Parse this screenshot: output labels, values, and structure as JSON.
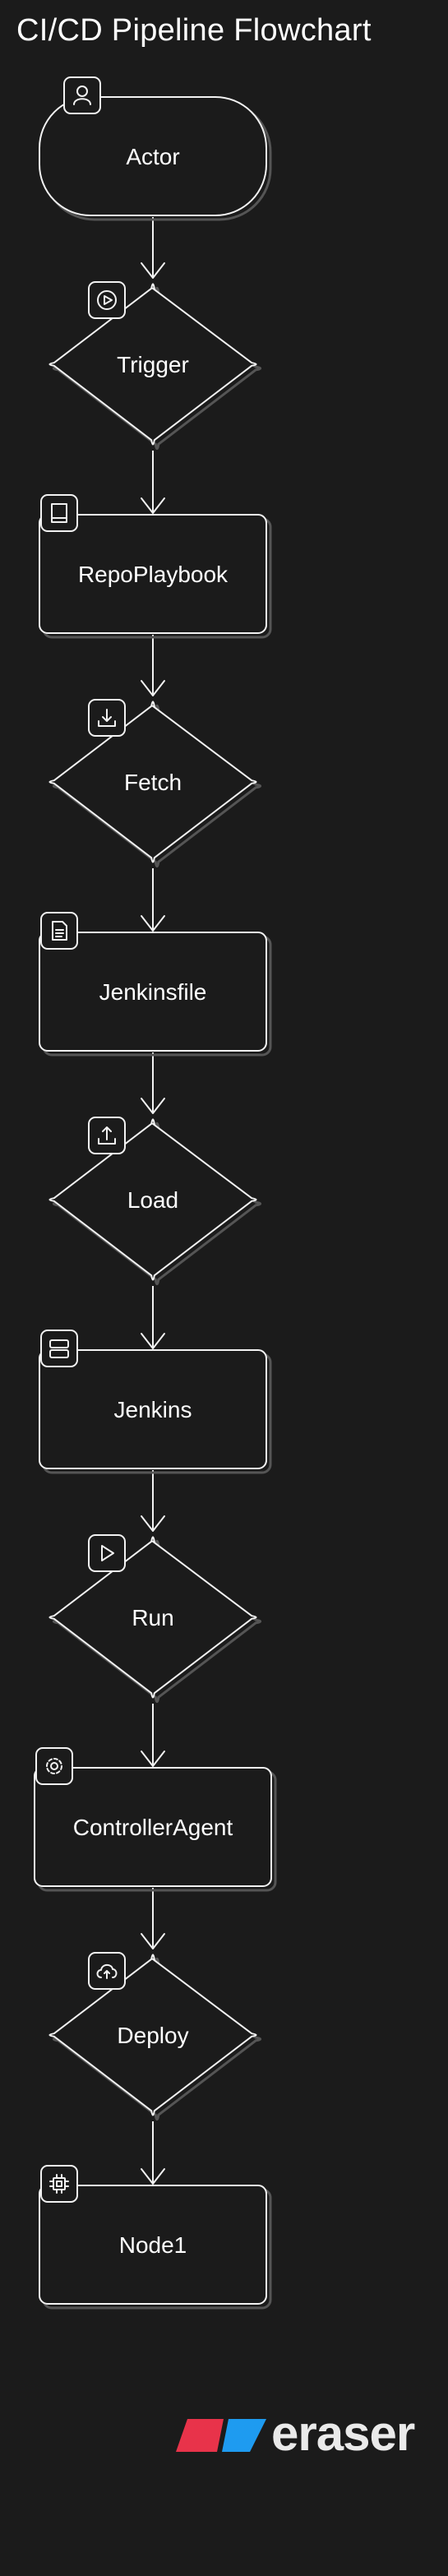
{
  "diagram": {
    "title": "CI/CD Pipeline Flowchart",
    "nodes": [
      {
        "id": "actor",
        "label": "Actor",
        "shape": "terminal",
        "icon": "user-icon"
      },
      {
        "id": "trigger",
        "label": "Trigger",
        "shape": "decision",
        "icon": "play-circle-icon"
      },
      {
        "id": "repoplaybook",
        "label": "RepoPlaybook",
        "shape": "process",
        "icon": "book-icon"
      },
      {
        "id": "fetch",
        "label": "Fetch",
        "shape": "decision",
        "icon": "download-icon"
      },
      {
        "id": "jenkinsfile",
        "label": "Jenkinsfile",
        "shape": "process",
        "icon": "file-text-icon"
      },
      {
        "id": "load",
        "label": "Load",
        "shape": "decision",
        "icon": "upload-icon"
      },
      {
        "id": "jenkins",
        "label": "Jenkins",
        "shape": "process",
        "icon": "server-icon"
      },
      {
        "id": "run",
        "label": "Run",
        "shape": "decision",
        "icon": "play-icon"
      },
      {
        "id": "controlleragent",
        "label": "ControllerAgent",
        "shape": "process",
        "icon": "gear-icon"
      },
      {
        "id": "deploy",
        "label": "Deploy",
        "shape": "decision",
        "icon": "cloud-upload-icon"
      },
      {
        "id": "node1",
        "label": "Node1",
        "shape": "process",
        "icon": "cpu-icon"
      }
    ],
    "edges": [
      {
        "from": "actor",
        "to": "trigger"
      },
      {
        "from": "trigger",
        "to": "repoplaybook"
      },
      {
        "from": "repoplaybook",
        "to": "fetch"
      },
      {
        "from": "fetch",
        "to": "jenkinsfile"
      },
      {
        "from": "jenkinsfile",
        "to": "load"
      },
      {
        "from": "load",
        "to": "jenkins"
      },
      {
        "from": "jenkins",
        "to": "run"
      },
      {
        "from": "run",
        "to": "controlleragent"
      },
      {
        "from": "controlleragent",
        "to": "deploy"
      },
      {
        "from": "deploy",
        "to": "node1"
      }
    ]
  },
  "brand": {
    "name": "eraser",
    "colors": {
      "red": "#e8334a",
      "blue": "#1e9bf0"
    }
  },
  "colors": {
    "background": "#1b1b1b",
    "stroke": "#f2f2f2",
    "shadow": "#555555",
    "text": "#ffffff"
  }
}
